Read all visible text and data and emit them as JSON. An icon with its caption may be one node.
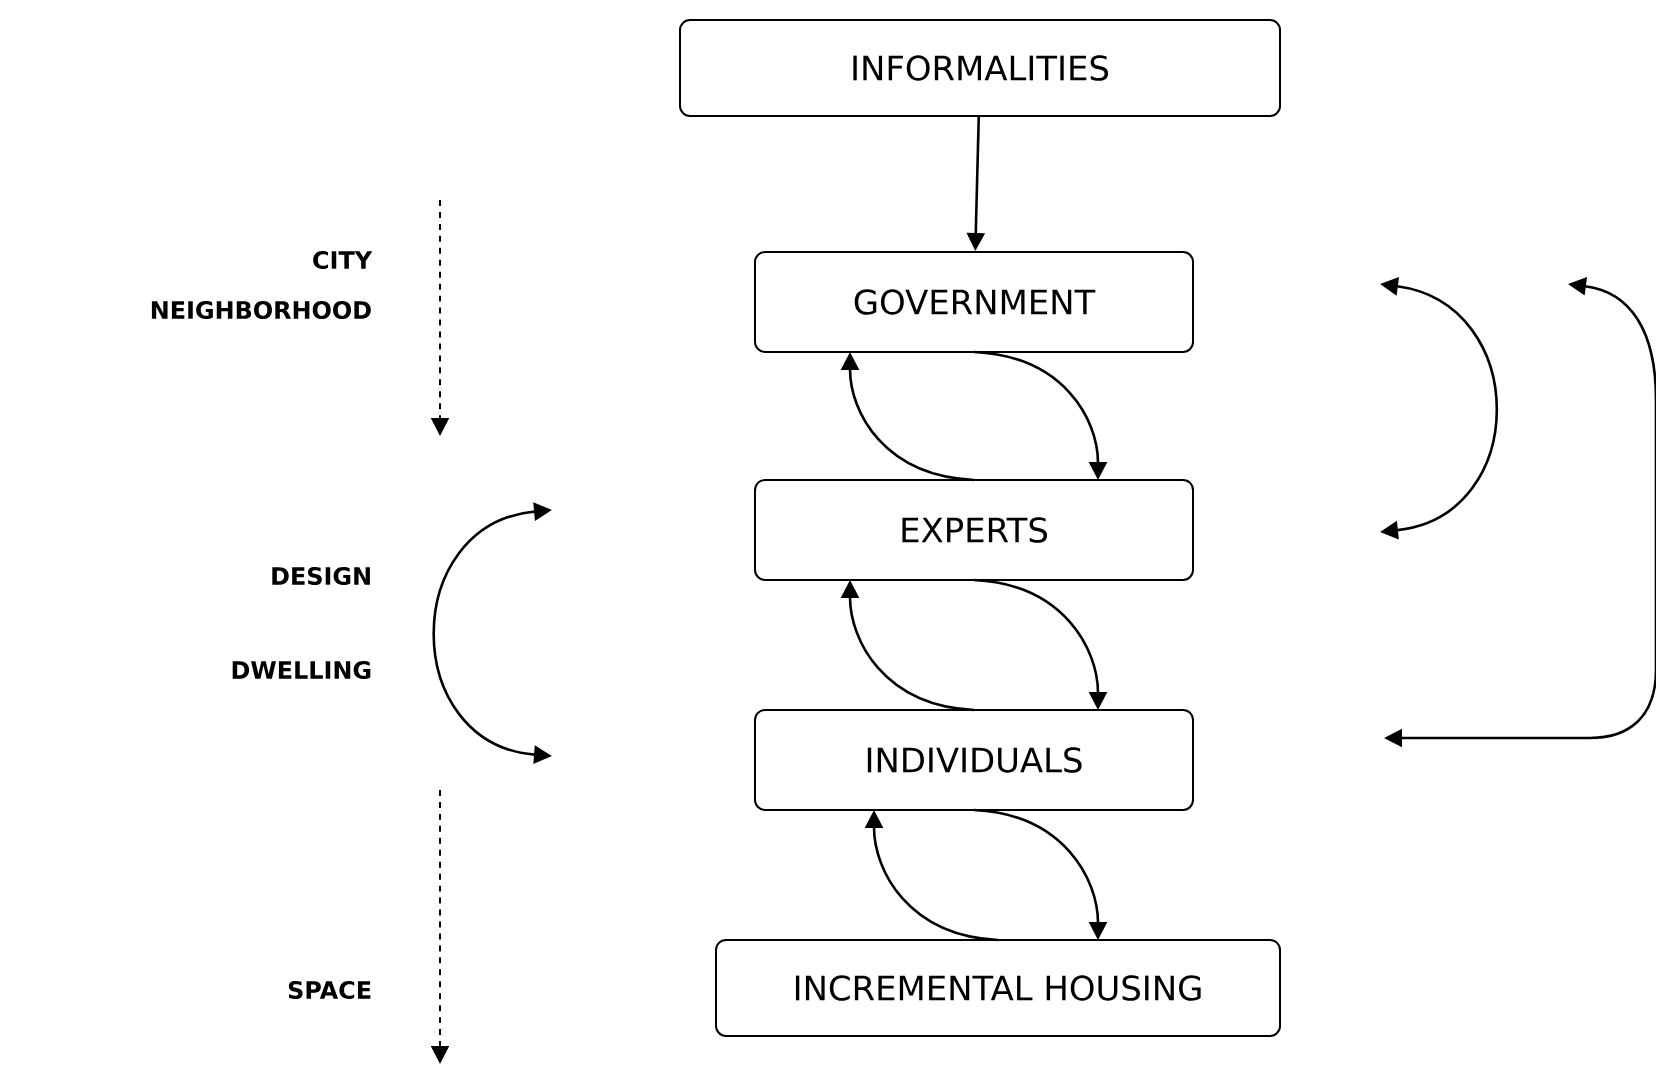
{
  "diagram": {
    "nodes": [
      {
        "text": [
          "INFORMALITIES"
        ]
      },
      {
        "text": [
          "GOVERNMENT"
        ]
      },
      {
        "text": [
          "EXPERTS"
        ]
      },
      {
        "text": [
          "INDIVIDUALS"
        ]
      },
      {
        "text": [
          "INCREMENTAL HOUSING"
        ]
      }
    ],
    "edges": [
      {
        "from": 0,
        "to": 1,
        "arrow": "to"
      },
      {
        "from": 1,
        "to": 2,
        "arrow": "to"
      },
      {
        "from": 2,
        "to": 1,
        "arrow": "to"
      },
      {
        "from": 2,
        "to": 3,
        "arrow": "to"
      },
      {
        "from": 3,
        "to": 2,
        "arrow": "to"
      },
      {
        "from": 3,
        "to": 4,
        "arrow": "to"
      },
      {
        "from": 4,
        "to": 3,
        "arrow": "to"
      }
    ],
    "labels": [
      "CITY",
      "NEIGHBORHOOD",
      "DESIGN",
      "DWELLING",
      "SPACE"
    ]
  }
}
